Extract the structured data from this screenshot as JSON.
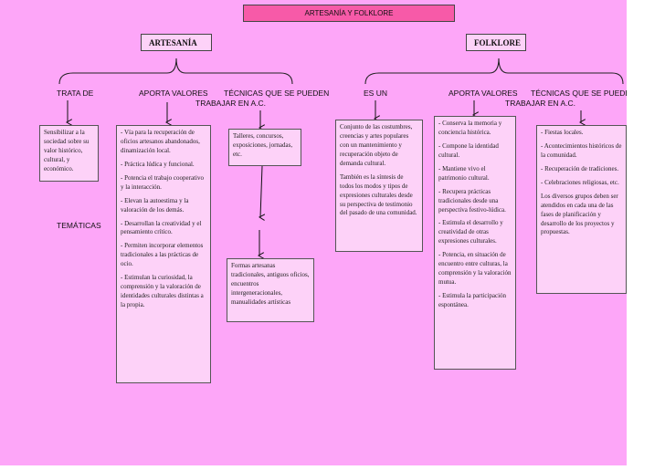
{
  "title": "ARTESANÍA Y FOLKLORE",
  "artesania": {
    "header": "ARTESANÍA",
    "labels": {
      "trata_de": "TRATA DE",
      "aporta_valores": "APORTA VALORES",
      "tecnicas_l1": "TÉCNICAS QUE SE PUEDEN",
      "tecnicas_l2": "TRABAJAR EN A.C.",
      "tematicas": "TEMÁTICAS"
    },
    "trata_de_text": "Sensibilizar a la sociedad sobre su valor histórico, cultural, y económico.",
    "aporta_valores_items": [
      "- Vía para la recuperación de oficios artesanos abandonados, dinamización local.",
      "- Práctica lúdica y funcional.",
      "- Potencia el trabajo cooperativo y la interacción.",
      "- Elevan la autoestima y la valoración de los demás.",
      "- Desarrollan la creatividad y el pensamiento crítico.",
      "- Permiten incorporar elementos tradicionales a las prácticas de ocio.",
      "- Estimulan la curiosidad, la comprensión y la valoración de identidades culturales distintas a la propia."
    ],
    "tecnicas_text": "Talleres, concursos, exposiciones, jornadas, etc.",
    "tematicas_text": "Formas artesanas tradicionales, antiguos oficios, encuentros intergeneracionales, manualidades artísticas"
  },
  "folklore": {
    "header": "FOLKLORE",
    "labels": {
      "es_un": "ES UN",
      "aporta_valores": "APORTA VALORES",
      "tecnicas_l1": "TÉCNICAS QUE SE PUEDEN",
      "tecnicas_l2": "TRABAJAR EN A.C."
    },
    "es_un_items": [
      "Conjunto de las costumbres, creencias y artes populares con un mantenimiento y recuperación objeto de demanda cultural.",
      "También es la síntesis de todos los modos y tipos de expresiones culturales desde su perspectiva de testimonio del pasado de una comunidad."
    ],
    "aporta_valores_items": [
      "- Conserva la memoria y conciencia histórica.",
      "- Compone la identidad cultural.",
      "- Mantiene vivo el patrimonio cultural.",
      "- Recupera prácticas tradicionales desde una perspectiva festivo-lúdica.",
      "- Estimula el desarrollo y creatividad de otras expresiones culturales.",
      "- Potencia, en situación de encuentro entre culturas, la comprensión y la valoración mutua.",
      "- Estimula la participación espontánea."
    ],
    "tecnicas_items": [
      "- Fiestas locales.",
      "- Acontecimientos históricos de la comunidad.",
      "- Recuperación de tradiciones.",
      "- Celebraciones religiosas, etc.",
      "Los diversos grupos deben ser atendidos en cada una de las fases de planificación y desarrollo de los proyectos y propuestas."
    ]
  }
}
